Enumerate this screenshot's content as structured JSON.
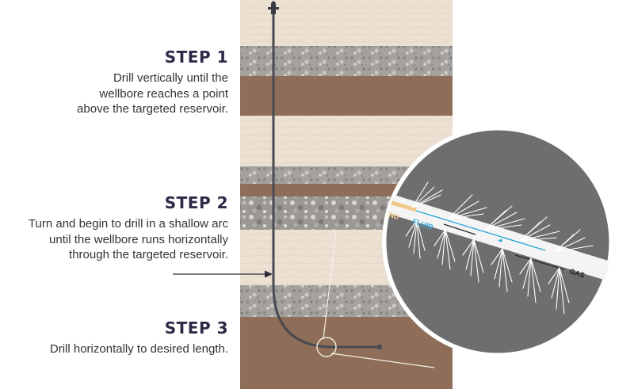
{
  "steps": [
    {
      "title": "STEP 1",
      "lines": [
        "Drill vertically until the",
        "wellbore reaches a point",
        "above the targeted reservoir."
      ]
    },
    {
      "title": "STEP 2",
      "lines": [
        "Turn and begin to drill in a shallow arc",
        "until the wellbore runs horizontally",
        "through the targeted reservoir."
      ]
    },
    {
      "title": "STEP 3",
      "lines": [
        "Drill horizontally to desired length."
      ]
    }
  ],
  "inset_labels": {
    "sand": "SAND",
    "fluid": "FLUID",
    "gas": "GAS"
  },
  "colors": {
    "pale_rock": "#ece0d3",
    "gray_rock": "#a9a4a2",
    "brown_rock": "#8e6e58",
    "inset_bg": "#6e6e71",
    "pipe": "#4a4a52",
    "title": "#2b2b47",
    "sand": "#f0c98a",
    "fluid": "#2aa6d8"
  },
  "icons": [
    "wellhead-icon",
    "pointer-arrow-icon"
  ]
}
